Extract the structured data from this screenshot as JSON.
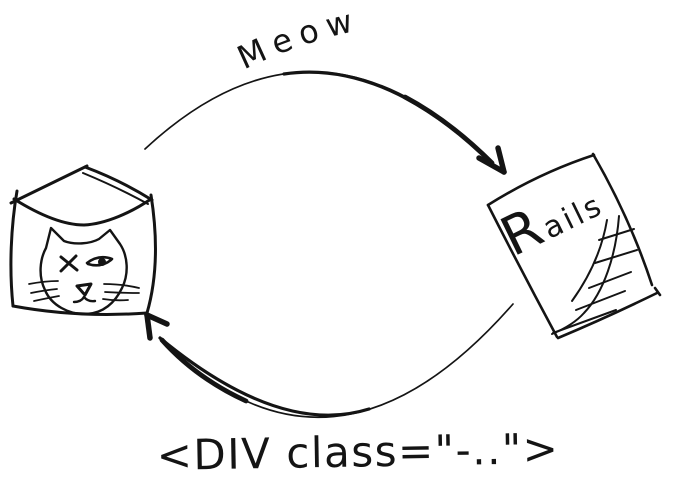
{
  "canvas": {
    "background": "#ffffff",
    "ink": "#141414"
  },
  "nodes": {
    "cat_cube": {
      "icon": "cat-cube-icon"
    },
    "rails_paper": {
      "icon": "rails-paper-icon",
      "title_initial": "R",
      "title_rest": "ails"
    }
  },
  "arrows": {
    "top": {
      "label": "Meow",
      "from": "cat-cube",
      "to": "rails-paper"
    },
    "bottom": {
      "label": "<DIV class=\"-..\">",
      "from": "rails-paper",
      "to": "cat-cube"
    }
  }
}
